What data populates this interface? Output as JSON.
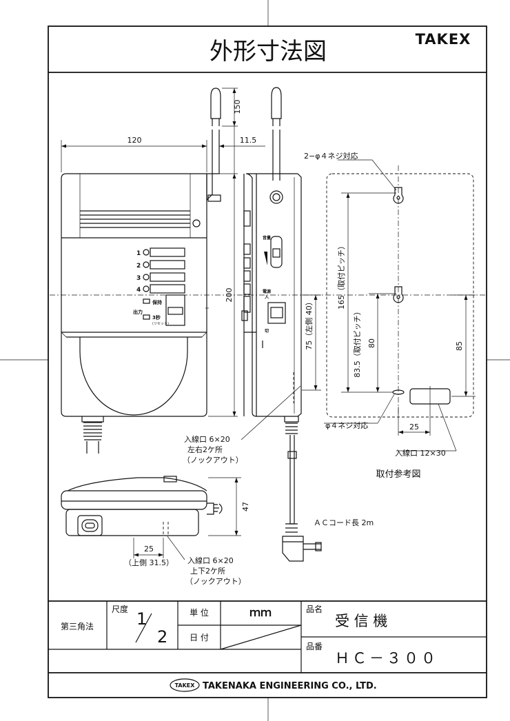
{
  "title": "外形寸法図",
  "brand": "TAKEX",
  "dimensions": {
    "d120": "120",
    "d11_5": "11.5",
    "d150": "150",
    "d200": "200",
    "d75": "75（左側 40）",
    "d165": "165（取付ピッチ）",
    "d83_5": "83.5（取付ピッチ）",
    "d80": "80",
    "d85": "85",
    "d25_right": "25",
    "d47": "47",
    "d25_bottom": "25",
    "upper_side": "（上側 31.5）"
  },
  "annotations": {
    "screw_top": "2−φ４ネジ対応",
    "screw_bottom": "φ４ネジ対応",
    "inlet_right": "入線口 12×30",
    "mount_ref": "取付参考図",
    "inlet_side_1": "入線口 6×20",
    "inlet_side_2": "左右2ケ所",
    "inlet_side_3": "（ノックアウト）",
    "inlet_bottom_1": "入線口 6×20",
    "inlet_bottom_2": "上下2ケ所",
    "inlet_bottom_3": "（ノックアウト）",
    "ac_cord": "ＡＣコード長 2m"
  },
  "panel_labels": {
    "ch1": "1",
    "ch2": "2",
    "ch3": "3",
    "ch4": "4",
    "output": "出力",
    "hold": "保持",
    "three_sec": "3秒",
    "three_sec_sub": "(リセット)",
    "volume": "音量",
    "power": "電源",
    "on": "入",
    "off": "切"
  },
  "title_block": {
    "projection": "第三角法",
    "scale_label": "尺度",
    "scale_num": "1",
    "scale_den": "2",
    "unit_label": "単 位",
    "unit_value": "ｍｍ",
    "date_label": "日 付",
    "name_label": "品名",
    "name_value": "受 信 機",
    "model_label": "品番",
    "model_value": "ＨＣ－３００"
  },
  "footer": {
    "logo_text": "TAKEX",
    "company": "TAKENAKA ENGINEERING CO., LTD."
  }
}
